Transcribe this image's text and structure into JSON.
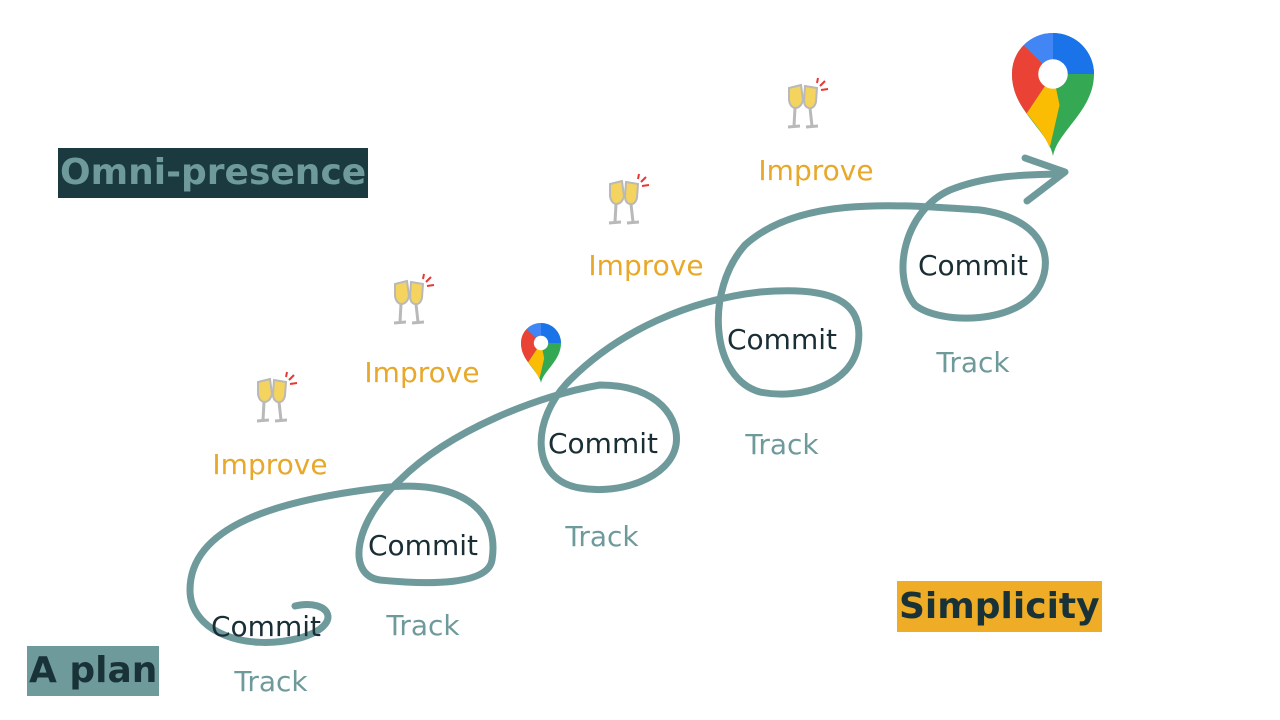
{
  "badges": {
    "omni": "Omni-presence",
    "simplicity": "Simplicity",
    "plan": "A plan"
  },
  "stages": [
    {
      "commit": "Commit",
      "track": "Track",
      "improve": "Improve"
    },
    {
      "commit": "Commit",
      "track": "Track",
      "improve": "Improve"
    },
    {
      "commit": "Commit",
      "track": "Track",
      "improve": "Improve"
    },
    {
      "commit": "Commit",
      "track": "Track",
      "improve": "Improve"
    },
    {
      "commit": "Commit",
      "track": "Track"
    }
  ],
  "icons": {
    "cheers": "clinking-glasses-icon",
    "pin": "map-pin-icon"
  },
  "colors": {
    "path": "#6f9a9c",
    "improve": "#e8a82a",
    "commit_text": "#1a2e35",
    "track_text": "#6f9a9c",
    "omni_bg": "#1b3a3f",
    "simplicity_bg": "#efac26",
    "plan_bg": "#6f9a9c"
  }
}
